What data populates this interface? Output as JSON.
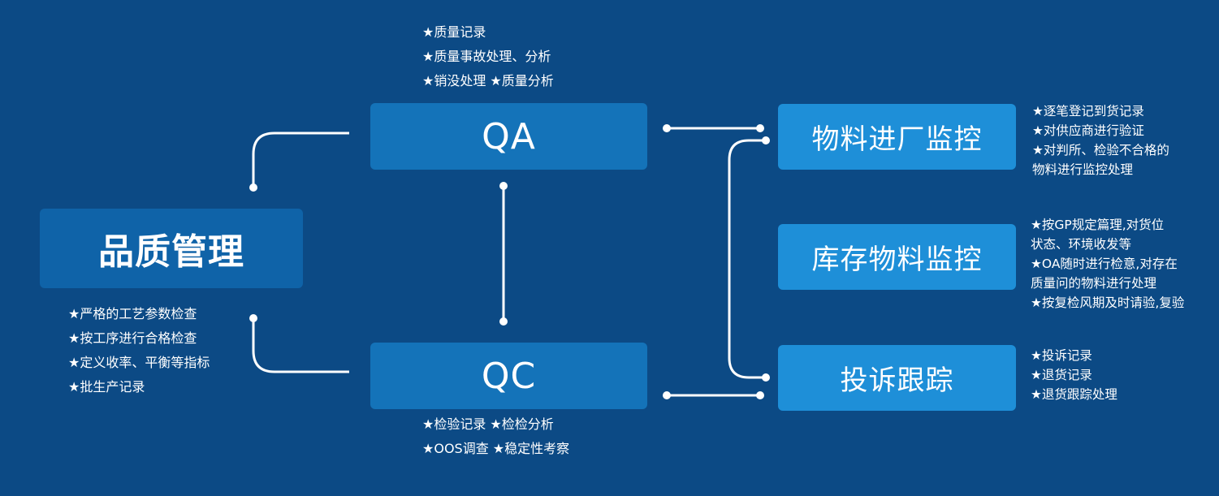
{
  "nodes": {
    "quality_mgmt": "品质管理",
    "qa": "QA",
    "qc": "QC",
    "incoming": "物料进厂监控",
    "inventory": "库存物料监控",
    "complaint": "投诉跟踪"
  },
  "notes": {
    "qa": [
      "★质量记录",
      "★质量事故处理、分析",
      "★销没处理  ★质量分析"
    ],
    "qc": [
      "★检验记录   ★检检分析",
      "★OOS调查  ★稳定性考察"
    ],
    "quality_mgmt": [
      "★严格的工艺参数检查",
      "★按工序进行合格检查",
      "★定义收率、平衡等指标",
      "★批生产记录"
    ],
    "incoming": [
      "★逐笔登记到货记录",
      "★对供应商进行验证",
      "★对判所、检验不合格的",
      "物料进行监控处理"
    ],
    "inventory": [
      "★按GP规定篇理,对货位",
      "状态、环境收发等",
      "★OA随时进行检意,对存在",
      "质量问的物料进行处理",
      "★按复检风期及时请验,复验"
    ],
    "complaint": [
      "★投诉记录",
      "★退货记录",
      "★退货跟踪处理"
    ]
  },
  "colors": {
    "background": "#0c4a85",
    "main_box": "#0f63a8",
    "qa_qc_box": "#1473b9",
    "monitor_box": "#1e8fd8",
    "connector": "#ffffff"
  }
}
